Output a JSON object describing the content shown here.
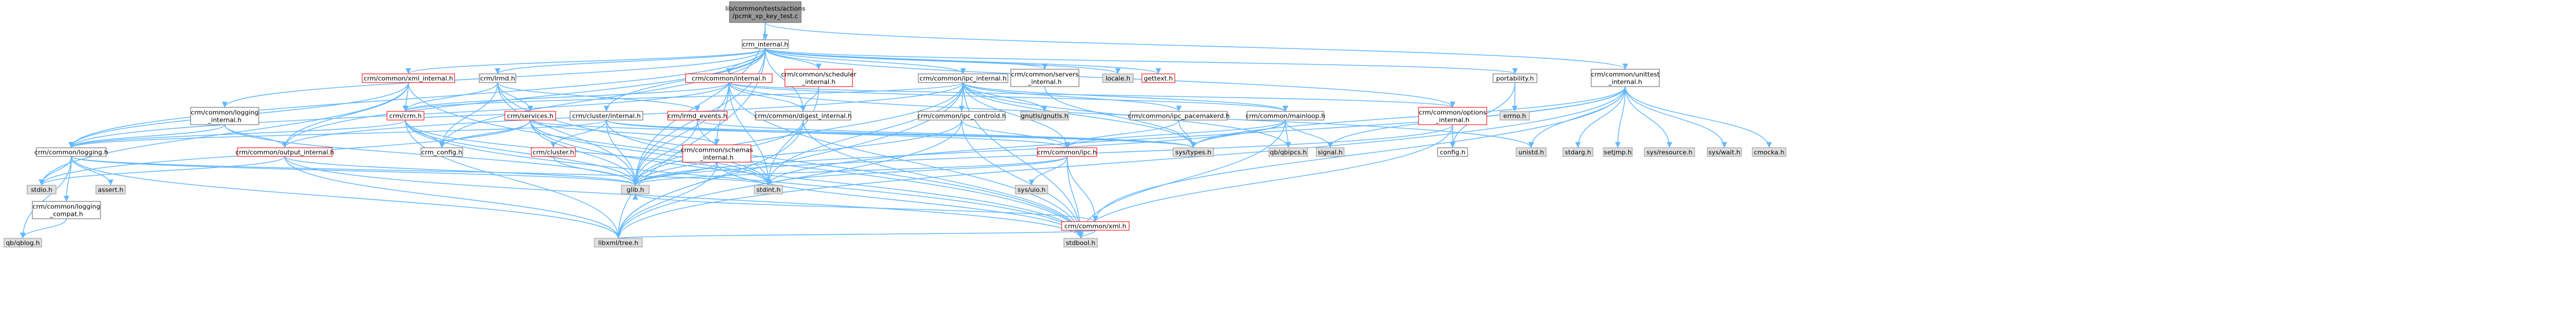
{
  "colors": {
    "edge": "#63b8ff",
    "root_fill": "#999999",
    "root_border": "#666666",
    "doc_fill": "#ffffff",
    "doc_border": "#666666",
    "link_fill": "#ffffff",
    "link_border": "#ff0000",
    "sys_fill": "#e0e0e0",
    "sys_border": "#999999"
  },
  "nodes": [
    {
      "id": "root",
      "kind": "root",
      "lines": [
        "lib/common/tests/actions",
        "/pcmk_xp_key_test.c"
      ]
    },
    {
      "id": "crm_internal",
      "kind": "doc",
      "lines": [
        "crm_internal.h"
      ]
    },
    {
      "id": "xml_internal",
      "kind": "link",
      "lines": [
        "crm/common/xml_internal.h"
      ]
    },
    {
      "id": "lrmd",
      "kind": "doc",
      "lines": [
        "crm/lrmd.h"
      ]
    },
    {
      "id": "common_internal",
      "kind": "link",
      "lines": [
        "crm/common/internal.h"
      ]
    },
    {
      "id": "scheduler_internal",
      "kind": "link",
      "lines": [
        "crm/common/scheduler",
        "_internal.h"
      ]
    },
    {
      "id": "ipc_internal",
      "kind": "doc",
      "lines": [
        "crm/common/ipc_internal.h"
      ]
    },
    {
      "id": "servers_internal",
      "kind": "doc",
      "lines": [
        "crm/common/servers",
        "_internal.h"
      ]
    },
    {
      "id": "locale",
      "kind": "sys",
      "lines": [
        "locale.h"
      ]
    },
    {
      "id": "gettext",
      "kind": "link",
      "lines": [
        "gettext.h"
      ]
    },
    {
      "id": "portability",
      "kind": "doc",
      "lines": [
        "portability.h"
      ]
    },
    {
      "id": "unittest_internal",
      "kind": "doc",
      "lines": [
        "crm/common/unittest",
        "_internal.h"
      ]
    },
    {
      "id": "logging_internal",
      "kind": "doc",
      "lines": [
        "crm/common/logging",
        "_internal.h"
      ]
    },
    {
      "id": "crm_h",
      "kind": "link",
      "lines": [
        "crm/crm.h"
      ]
    },
    {
      "id": "services",
      "kind": "link",
      "lines": [
        "crm/services.h"
      ]
    },
    {
      "id": "cluster_internal",
      "kind": "doc",
      "lines": [
        "crm/cluster/internal.h"
      ]
    },
    {
      "id": "lrmd_events",
      "kind": "link",
      "lines": [
        "crm/lrmd_events.h"
      ]
    },
    {
      "id": "digest_internal",
      "kind": "doc",
      "lines": [
        "crm/common/digest_internal.h"
      ]
    },
    {
      "id": "ipc_controld",
      "kind": "doc",
      "lines": [
        "crm/common/ipc_controld.h"
      ]
    },
    {
      "id": "gnutls",
      "kind": "sys",
      "lines": [
        "gnutls/gnutls.h"
      ]
    },
    {
      "id": "ipc_pacemakerd",
      "kind": "doc",
      "lines": [
        "crm/common/ipc_pacemakerd.h"
      ]
    },
    {
      "id": "mainloop",
      "kind": "doc",
      "lines": [
        "crm/common/mainloop.h"
      ]
    },
    {
      "id": "options_internal",
      "kind": "link",
      "lines": [
        "crm/common/options",
        "_internal.h"
      ]
    },
    {
      "id": "errno",
      "kind": "sys",
      "lines": [
        "errno.h"
      ]
    },
    {
      "id": "logging",
      "kind": "doc",
      "lines": [
        "crm/common/logging.h"
      ]
    },
    {
      "id": "output_internal",
      "kind": "link",
      "lines": [
        "crm/common/output_internal.h"
      ]
    },
    {
      "id": "crm_config",
      "kind": "doc",
      "lines": [
        "crm_config.h"
      ]
    },
    {
      "id": "cluster_h",
      "kind": "link",
      "lines": [
        "crm/cluster.h"
      ]
    },
    {
      "id": "schemas_internal",
      "kind": "link",
      "lines": [
        "crm/common/schemas",
        "_internal.h"
      ]
    },
    {
      "id": "ipc_h",
      "kind": "link",
      "lines": [
        "crm/common/ipc.h"
      ]
    },
    {
      "id": "sys_types",
      "kind": "sys",
      "lines": [
        "sys/types.h"
      ]
    },
    {
      "id": "qbipcs",
      "kind": "sys",
      "lines": [
        "qb/qbipcs.h"
      ]
    },
    {
      "id": "signal",
      "kind": "sys",
      "lines": [
        "signal.h"
      ]
    },
    {
      "id": "config",
      "kind": "doc",
      "lines": [
        "config.h"
      ]
    },
    {
      "id": "unistd",
      "kind": "sys",
      "lines": [
        "unistd.h"
      ]
    },
    {
      "id": "stdarg",
      "kind": "sys",
      "lines": [
        "stdarg.h"
      ]
    },
    {
      "id": "setjmp",
      "kind": "sys",
      "lines": [
        "setjmp.h"
      ]
    },
    {
      "id": "sys_resource",
      "kind": "sys",
      "lines": [
        "sys/resource.h"
      ]
    },
    {
      "id": "sys_wait",
      "kind": "sys",
      "lines": [
        "sys/wait.h"
      ]
    },
    {
      "id": "cmocka",
      "kind": "sys",
      "lines": [
        "cmocka.h"
      ]
    },
    {
      "id": "assert",
      "kind": "sys",
      "lines": [
        "assert.h"
      ]
    },
    {
      "id": "stdio",
      "kind": "sys",
      "lines": [
        "stdio.h"
      ]
    },
    {
      "id": "logging_compat",
      "kind": "doc",
      "lines": [
        "crm/common/logging",
        "_compat.h"
      ]
    },
    {
      "id": "glib",
      "kind": "sys",
      "lines": [
        "glib.h"
      ]
    },
    {
      "id": "stdint",
      "kind": "sys",
      "lines": [
        "stdint.h"
      ]
    },
    {
      "id": "sys_uio",
      "kind": "sys",
      "lines": [
        "sys/uio.h"
      ]
    },
    {
      "id": "xml_h",
      "kind": "link",
      "lines": [
        "crm/common/xml.h"
      ]
    },
    {
      "id": "qblog",
      "kind": "sys",
      "lines": [
        "qb/qblog.h"
      ]
    },
    {
      "id": "libxml_tree",
      "kind": "sys",
      "lines": [
        "libxml/tree.h"
      ]
    },
    {
      "id": "stdbool",
      "kind": "sys",
      "lines": [
        "stdbool.h"
      ]
    }
  ],
  "edges": [
    [
      "root",
      "crm_internal"
    ],
    [
      "root",
      "unittest_internal"
    ],
    [
      "root",
      "glib"
    ],
    [
      "crm_internal",
      "xml_internal"
    ],
    [
      "crm_internal",
      "lrmd"
    ],
    [
      "crm_internal",
      "common_internal"
    ],
    [
      "crm_internal",
      "scheduler_internal"
    ],
    [
      "crm_internal",
      "ipc_internal"
    ],
    [
      "crm_internal",
      "servers_internal"
    ],
    [
      "crm_internal",
      "locale"
    ],
    [
      "crm_internal",
      "gettext"
    ],
    [
      "crm_internal",
      "portability"
    ],
    [
      "crm_internal",
      "logging_internal"
    ],
    [
      "crm_internal",
      "crm_config"
    ],
    [
      "crm_internal",
      "cluster_internal"
    ],
    [
      "crm_internal",
      "output_internal"
    ],
    [
      "crm_internal",
      "logging"
    ],
    [
      "crm_internal",
      "glib"
    ],
    [
      "crm_internal",
      "libxml_tree"
    ],
    [
      "crm_internal",
      "digest_internal"
    ],
    [
      "crm_internal",
      "options_internal"
    ],
    [
      "xml_internal",
      "crm_h"
    ],
    [
      "xml_internal",
      "output_internal"
    ],
    [
      "xml_internal",
      "logging"
    ],
    [
      "xml_internal",
      "stdio"
    ],
    [
      "xml_internal",
      "stdbool"
    ],
    [
      "lrmd",
      "crm_h"
    ],
    [
      "lrmd",
      "services"
    ],
    [
      "lrmd",
      "lrmd_events"
    ],
    [
      "lrmd",
      "crm_config"
    ],
    [
      "lrmd",
      "glib"
    ],
    [
      "lrmd",
      "stdbool"
    ],
    [
      "common_internal",
      "crm_h"
    ],
    [
      "common_internal",
      "digest_internal"
    ],
    [
      "common_internal",
      "mainloop"
    ],
    [
      "common_internal",
      "options_internal"
    ],
    [
      "common_internal",
      "logging"
    ],
    [
      "common_internal",
      "glib"
    ],
    [
      "common_internal",
      "stdint"
    ],
    [
      "common_internal",
      "unistd"
    ],
    [
      "common_internal",
      "stdbool"
    ],
    [
      "common_internal",
      "schemas_internal"
    ],
    [
      "scheduler_internal",
      "digest_internal"
    ],
    [
      "scheduler_internal",
      "stdint"
    ],
    [
      "ipc_internal",
      "ipc_controld"
    ],
    [
      "ipc_internal",
      "gnutls"
    ],
    [
      "ipc_internal",
      "ipc_pacemakerd"
    ],
    [
      "ipc_internal",
      "mainloop"
    ],
    [
      "ipc_internal",
      "ipc_h"
    ],
    [
      "ipc_internal",
      "sys_types"
    ],
    [
      "ipc_internal",
      "stdint"
    ],
    [
      "ipc_internal",
      "glib"
    ],
    [
      "ipc_internal",
      "qbipcs"
    ],
    [
      "ipc_internal",
      "libxml_tree"
    ],
    [
      "ipc_internal",
      "stdbool"
    ],
    [
      "ipc_internal",
      "crm_h"
    ],
    [
      "ipc_internal",
      "output_internal"
    ],
    [
      "servers_internal",
      "sys_types"
    ],
    [
      "portability",
      "errno"
    ],
    [
      "portability",
      "config"
    ],
    [
      "unittest_internal",
      "signal"
    ],
    [
      "unittest_internal",
      "stdarg"
    ],
    [
      "unittest_internal",
      "setjmp"
    ],
    [
      "unittest_internal",
      "sys_resource"
    ],
    [
      "unittest_internal",
      "sys_wait"
    ],
    [
      "unittest_internal",
      "cmocka"
    ],
    [
      "unittest_internal",
      "unistd"
    ],
    [
      "unittest_internal",
      "stdint"
    ],
    [
      "unittest_internal",
      "sys_types"
    ],
    [
      "unittest_internal",
      "libxml_tree"
    ],
    [
      "unittest_internal",
      "xml_h"
    ],
    [
      "logging_internal",
      "logging"
    ],
    [
      "logging_internal",
      "output_internal"
    ],
    [
      "logging_internal",
      "glib"
    ],
    [
      "crm_h",
      "crm_config"
    ],
    [
      "crm_h",
      "stdbool"
    ],
    [
      "crm_h",
      "stdint"
    ],
    [
      "crm_h",
      "glib"
    ],
    [
      "crm_h",
      "libxml_tree"
    ],
    [
      "crm_h",
      "logging"
    ],
    [
      "services",
      "crm_config"
    ],
    [
      "services",
      "glib"
    ],
    [
      "services",
      "stdio"
    ],
    [
      "services",
      "stdint"
    ],
    [
      "services",
      "stdbool"
    ],
    [
      "services",
      "sys_types"
    ],
    [
      "services",
      "schemas_internal"
    ],
    [
      "services",
      "crm_h"
    ],
    [
      "cluster_internal",
      "cluster_h"
    ],
    [
      "cluster_internal",
      "stdint"
    ],
    [
      "cluster_internal",
      "glib"
    ],
    [
      "cluster_internal",
      "sys_types"
    ],
    [
      "cluster_internal",
      "ipc_h"
    ],
    [
      "cluster_internal",
      "logging"
    ],
    [
      "lrmd_events",
      "glib"
    ],
    [
      "lrmd_events",
      "stdint"
    ],
    [
      "lrmd_events",
      "sys_types"
    ],
    [
      "digest_internal",
      "glib"
    ],
    [
      "digest_internal",
      "libxml_tree"
    ],
    [
      "digest_internal",
      "stdbool"
    ],
    [
      "ipc_controld",
      "ipc_h"
    ],
    [
      "ipc_controld",
      "glib"
    ],
    [
      "ipc_controld",
      "libxml_tree"
    ],
    [
      "ipc_controld",
      "stdbool"
    ],
    [
      "ipc_pacemakerd",
      "ipc_h"
    ],
    [
      "ipc_pacemakerd",
      "sys_types"
    ],
    [
      "mainloop",
      "glib"
    ],
    [
      "mainloop",
      "qbipcs"
    ],
    [
      "mainloop",
      "signal"
    ],
    [
      "mainloop",
      "sys_types"
    ],
    [
      "mainloop",
      "stdbool"
    ],
    [
      "mainloop",
      "ipc_h"
    ],
    [
      "options_internal",
      "glib"
    ],
    [
      "options_internal",
      "stdbool"
    ],
    [
      "options_internal",
      "config"
    ],
    [
      "logging",
      "stdio"
    ],
    [
      "logging",
      "glib"
    ],
    [
      "logging",
      "qblog"
    ],
    [
      "logging",
      "libxml_tree"
    ],
    [
      "logging",
      "assert"
    ],
    [
      "logging",
      "logging_compat"
    ],
    [
      "logging",
      "stdint"
    ],
    [
      "logging_compat",
      "qblog"
    ],
    [
      "output_internal",
      "stdio"
    ],
    [
      "output_internal",
      "glib"
    ],
    [
      "output_internal",
      "libxml_tree"
    ],
    [
      "output_internal",
      "stdbool"
    ],
    [
      "cluster_h",
      "glib"
    ],
    [
      "schemas_internal",
      "glib"
    ],
    [
      "schemas_internal",
      "libxml_tree"
    ],
    [
      "schemas_internal",
      "stdbool"
    ],
    [
      "ipc_h",
      "sys_uio"
    ],
    [
      "ipc_h",
      "stdint"
    ],
    [
      "ipc_h",
      "xml_h"
    ],
    [
      "ipc_h",
      "stdbool"
    ],
    [
      "ipc_h",
      "glib"
    ],
    [
      "xml_h",
      "libxml_tree"
    ],
    [
      "xml_h",
      "stdbool"
    ],
    [
      "xml_h",
      "glib"
    ]
  ]
}
